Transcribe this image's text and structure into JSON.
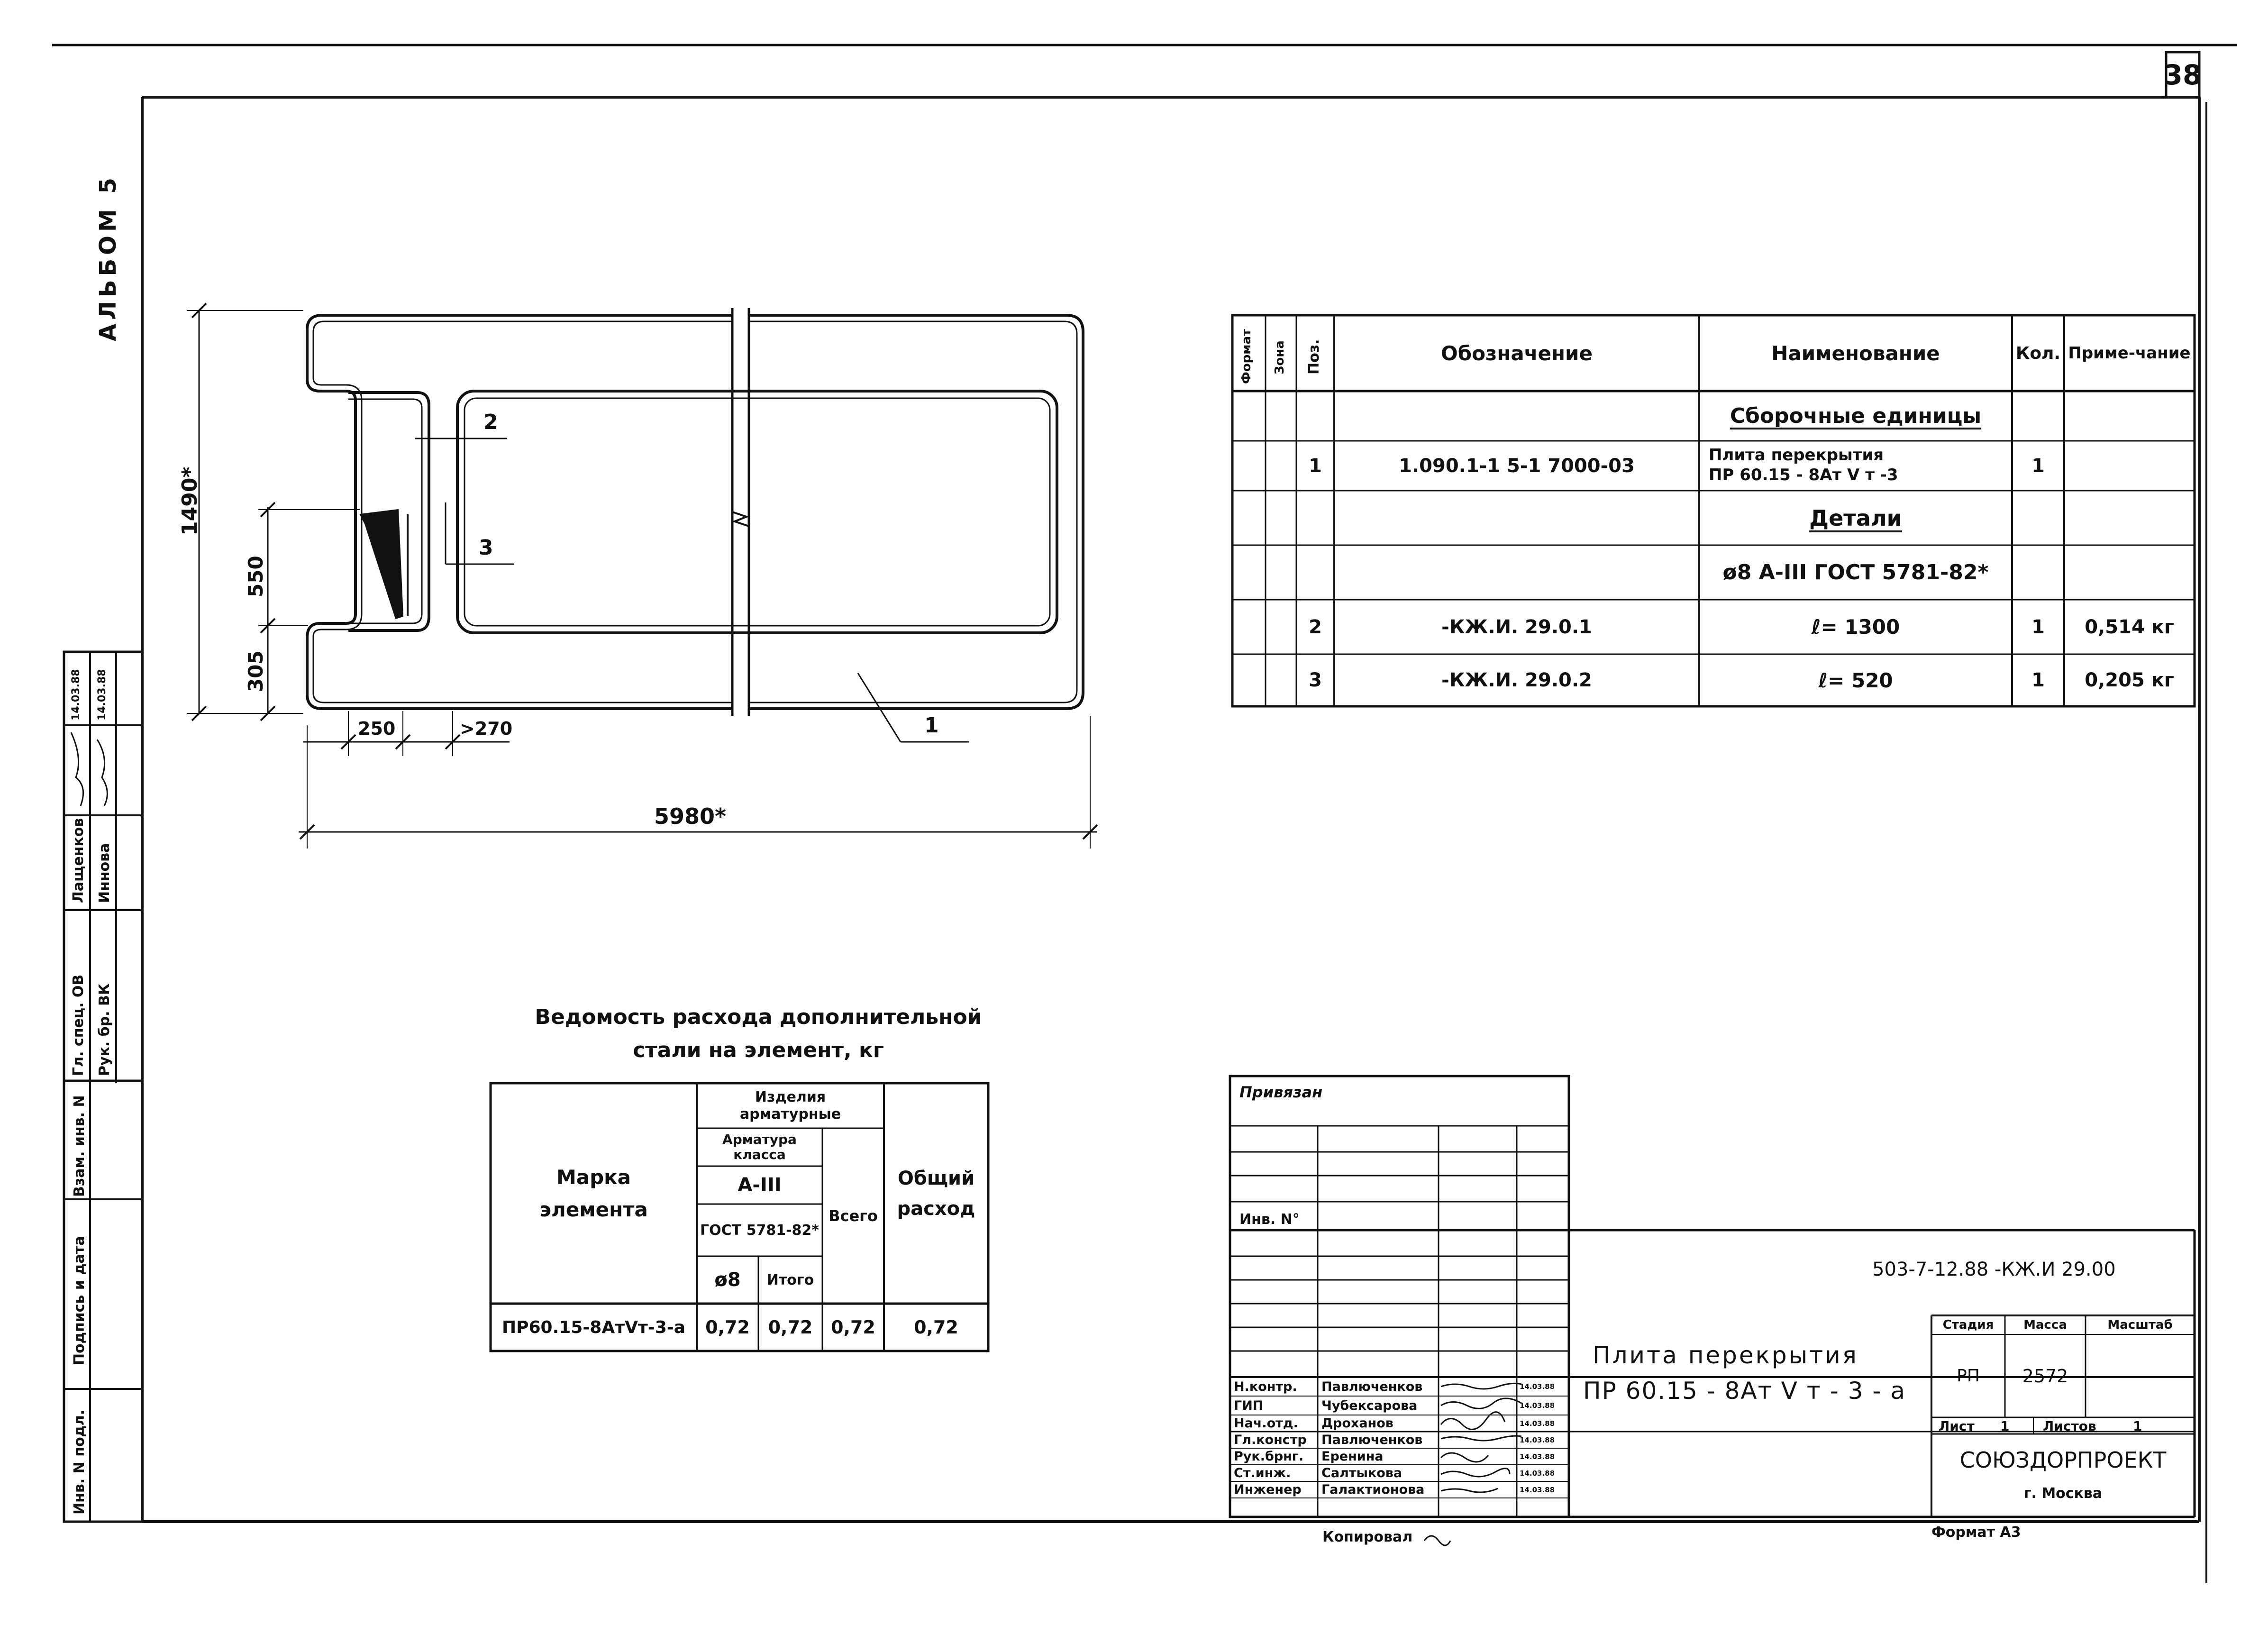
{
  "sheet": {
    "page_number": "38",
    "album": "АЛЬБОМ 5",
    "format_note": "Формат А3"
  },
  "drawing": {
    "dim_length": "5980*",
    "dim_width": "1490*",
    "dim_550": "550",
    "dim_305": "305",
    "dim_250": "250",
    "dim_270": ">270",
    "callouts": [
      "1",
      "2",
      "3"
    ]
  },
  "spec_table": {
    "headers": {
      "format": "Формат",
      "zone": "Зона",
      "pos": "Поз.",
      "designation": "Обозначение",
      "name": "Наименование",
      "qty": "Кол.",
      "note": "Приме-чание"
    },
    "section_assembly": "Сборочные единицы",
    "row1": {
      "pos": "1",
      "designation": "1.090.1-1 5-1 7000-03",
      "name_line1": "Плита перекрытия",
      "name_line2": "ПР 60.15 - 8Ат V т -3",
      "qty": "1"
    },
    "section_details": "Детали",
    "material": "ø8 А-III ГОСТ 5781-82*",
    "row2": {
      "pos": "2",
      "designation": "-КЖ.И. 29.0.1",
      "name": "ℓ= 1300",
      "qty": "1",
      "note": "0,514 кг"
    },
    "row3": {
      "pos": "3",
      "designation": "-КЖ.И. 29.0.2",
      "name": "ℓ= 520",
      "qty": "1",
      "note": "0,205 кг"
    }
  },
  "steel_table": {
    "title_line1": "Ведомость расхода дополнительной",
    "title_line2": "стали на элемент, кг",
    "h_mark": "Марка элемента",
    "h_products": "Изделия арматурные",
    "h_class": "Арматура класса",
    "h_a3": "А-III",
    "h_gost": "ГОСТ 5781-82*",
    "h_d8": "ø8",
    "h_itogo": "Итого",
    "h_vsego": "Всего",
    "h_total": "Общий расход",
    "row_mark": "ПР60.15-8АтVт-3-а",
    "row_vals": [
      "0,72",
      "0,72",
      "0,72",
      "0,72"
    ]
  },
  "side_stamp": {
    "roles": [
      "Гл. спец. ОВ",
      "Рук. бр. ВК"
    ],
    "names": [
      "Лащенков",
      "Иннова"
    ],
    "dates": [
      "14.03.88",
      "14.03.88"
    ],
    "labels": [
      "Взам. инв. N",
      "Подпись и дата",
      "Инв. N подл."
    ]
  },
  "bind_block": {
    "label_bound": "Привязан",
    "label_inv": "Инв. N°"
  },
  "title_block": {
    "code": "503-7-12.88 -КЖ.И 29.00",
    "title_line1": "Плита перекрытия",
    "title_line2": "ПР 60.15 - 8Ат V т - 3 - а",
    "h_stage": "Стадия",
    "h_mass": "Масса",
    "h_scale": "Масштаб",
    "stage": "РП",
    "mass": "2572",
    "sheet_label": "Лист",
    "sheet_no": "1",
    "sheets_label": "Листов",
    "sheets_no": "1",
    "org": "СОЮЗДОРПРОЕКТ",
    "city": "г. Москва",
    "copied": "Копировал",
    "staff": [
      {
        "role": "Н.контр.",
        "name": "Павлюченков",
        "date": "14.03.88"
      },
      {
        "role": "ГИП",
        "name": "Чубексарова",
        "date": "14.03.88"
      },
      {
        "role": "Нач.отд.",
        "name": "Дроханов",
        "date": "14.03.88"
      },
      {
        "role": "Гл.констр",
        "name": "Павлюченков",
        "date": "14.03.88"
      },
      {
        "role": "Рук.брнг.",
        "name": "Еренина",
        "date": "14.03.88"
      },
      {
        "role": "Ст.инж.",
        "name": "Салтыкова",
        "date": "14.03.88"
      },
      {
        "role": "Инженер",
        "name": "Галактионова",
        "date": "14.03.88"
      }
    ]
  }
}
